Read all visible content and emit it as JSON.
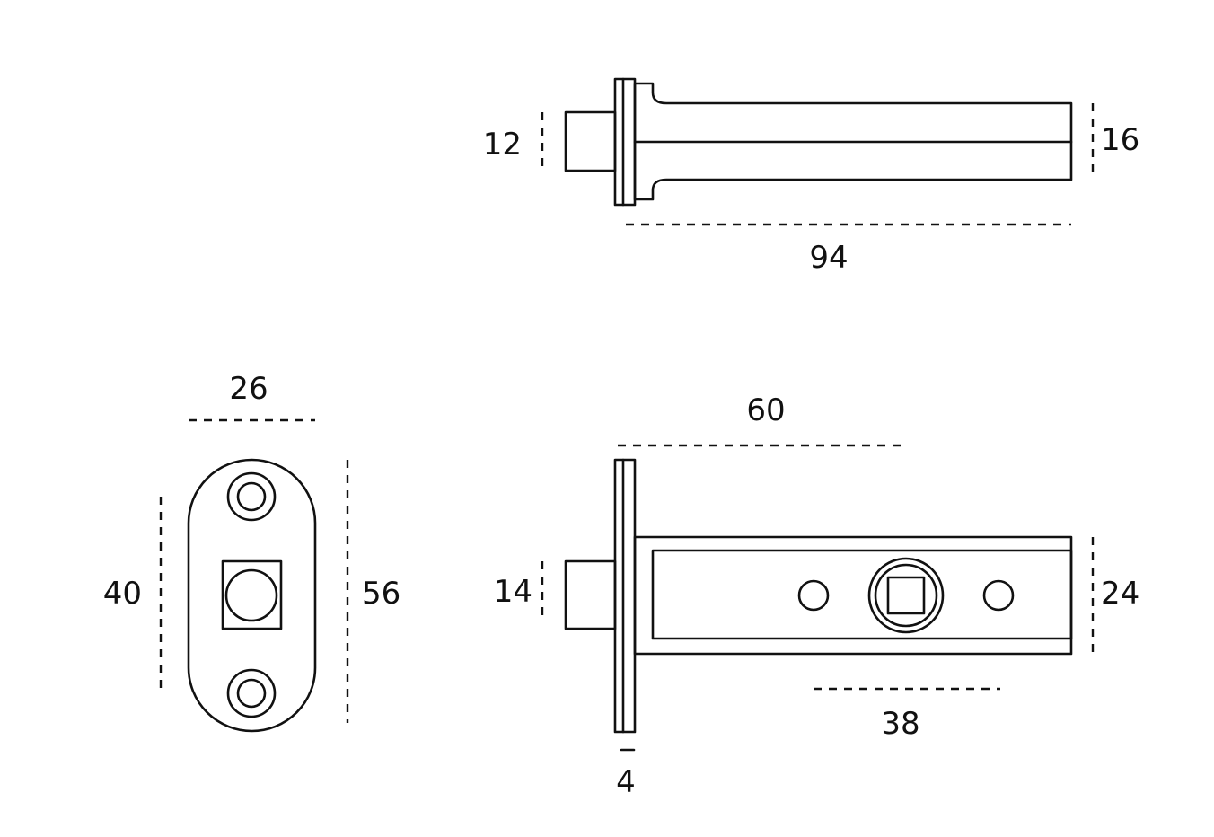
{
  "colors": {
    "line": "#111111",
    "background": "#ffffff"
  },
  "dimensions": {
    "top_view": {
      "spindle_height": "12",
      "body_height": "16",
      "body_length": "94"
    },
    "faceplate": {
      "width": "26",
      "hole_spacing": "40",
      "height": "56"
    },
    "side_view": {
      "length": "60",
      "bolt_height": "14",
      "body_height": "24",
      "hole_spacing": "38",
      "plate_thickness": "4"
    }
  }
}
